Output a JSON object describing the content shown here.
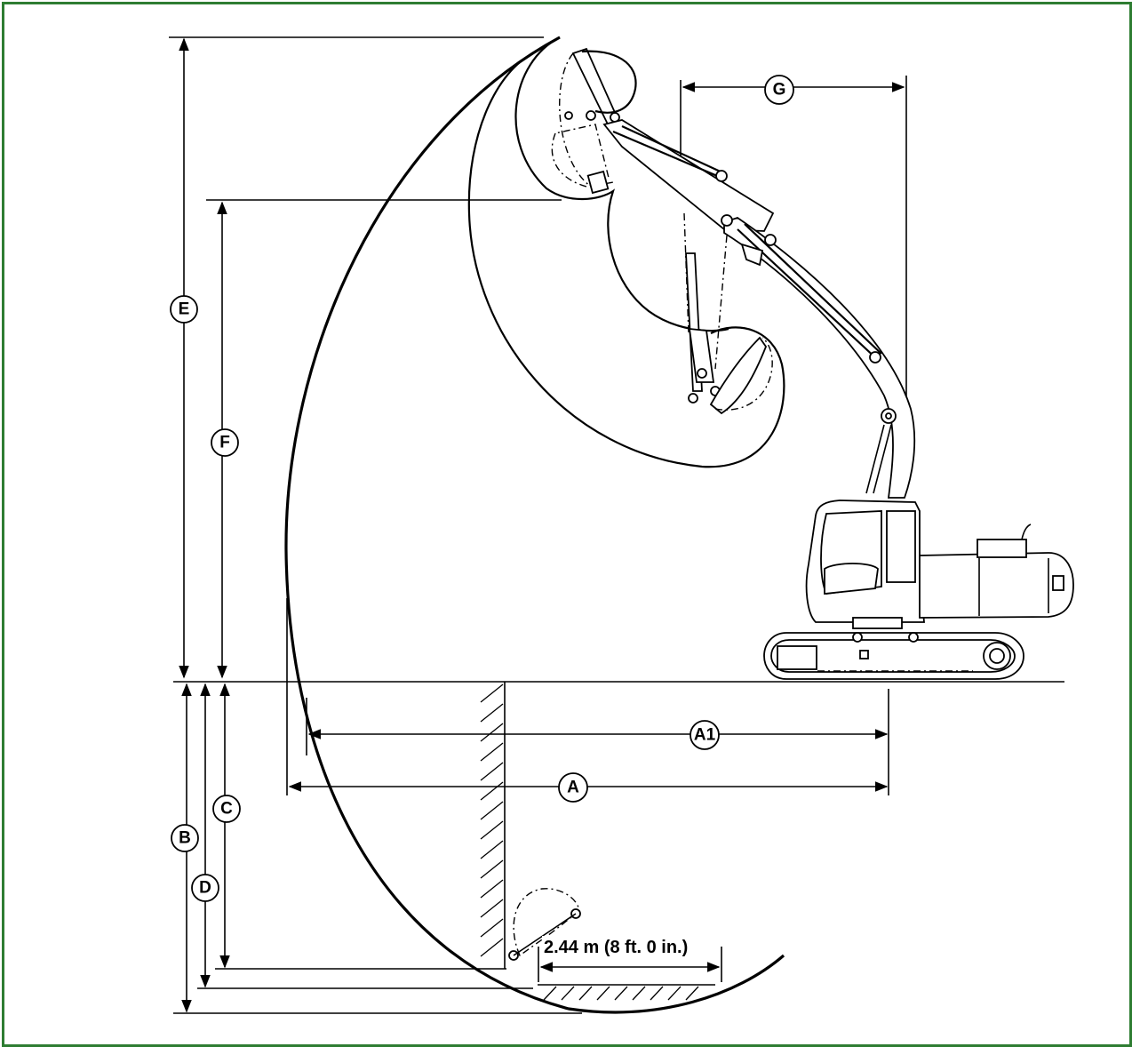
{
  "diagram": {
    "labels": {
      "A": "A",
      "A1": "A1",
      "B": "B",
      "C": "C",
      "D": "D",
      "E": "E",
      "F": "F",
      "G": "G"
    },
    "clearance_note": "2.44 m (8 ft. 0 in.)",
    "frame_color": "#2e7d32"
  }
}
